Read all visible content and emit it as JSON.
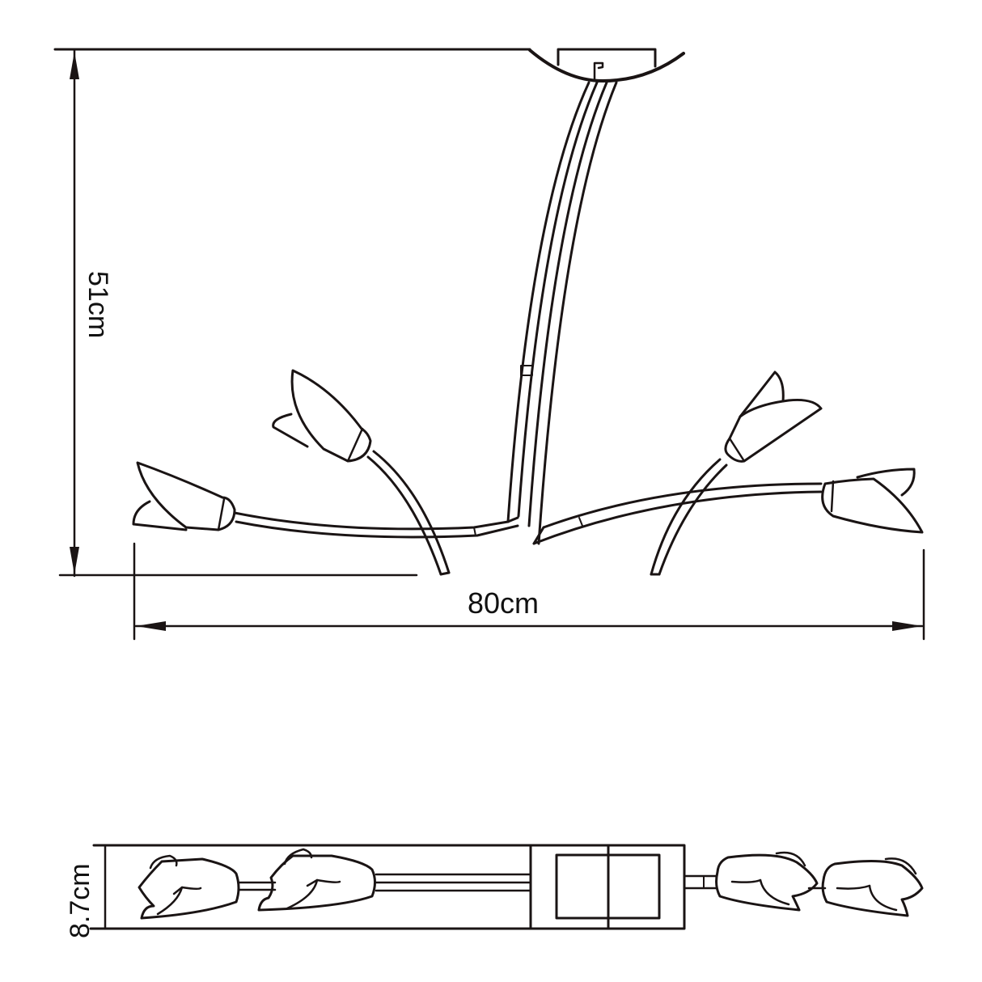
{
  "drawing": {
    "type": "product dimension drawing",
    "subject": "ceiling light fixture with four tulip-shaped glass shades",
    "line_color": "#1a1414",
    "background": "#ffffff"
  },
  "dimensions": {
    "height": {
      "label": "51cm",
      "value": 51,
      "unit": "cm",
      "orientation": "vertical"
    },
    "width": {
      "label": "80cm",
      "value": 80,
      "unit": "cm",
      "orientation": "horizontal"
    },
    "depth": {
      "label": "8.7cm",
      "value": 8.7,
      "unit": "cm",
      "orientation": "vertical"
    }
  },
  "views": {
    "front": {
      "name": "front elevation",
      "shade_count": 4
    },
    "top": {
      "name": "plan view",
      "shade_count": 4
    }
  }
}
